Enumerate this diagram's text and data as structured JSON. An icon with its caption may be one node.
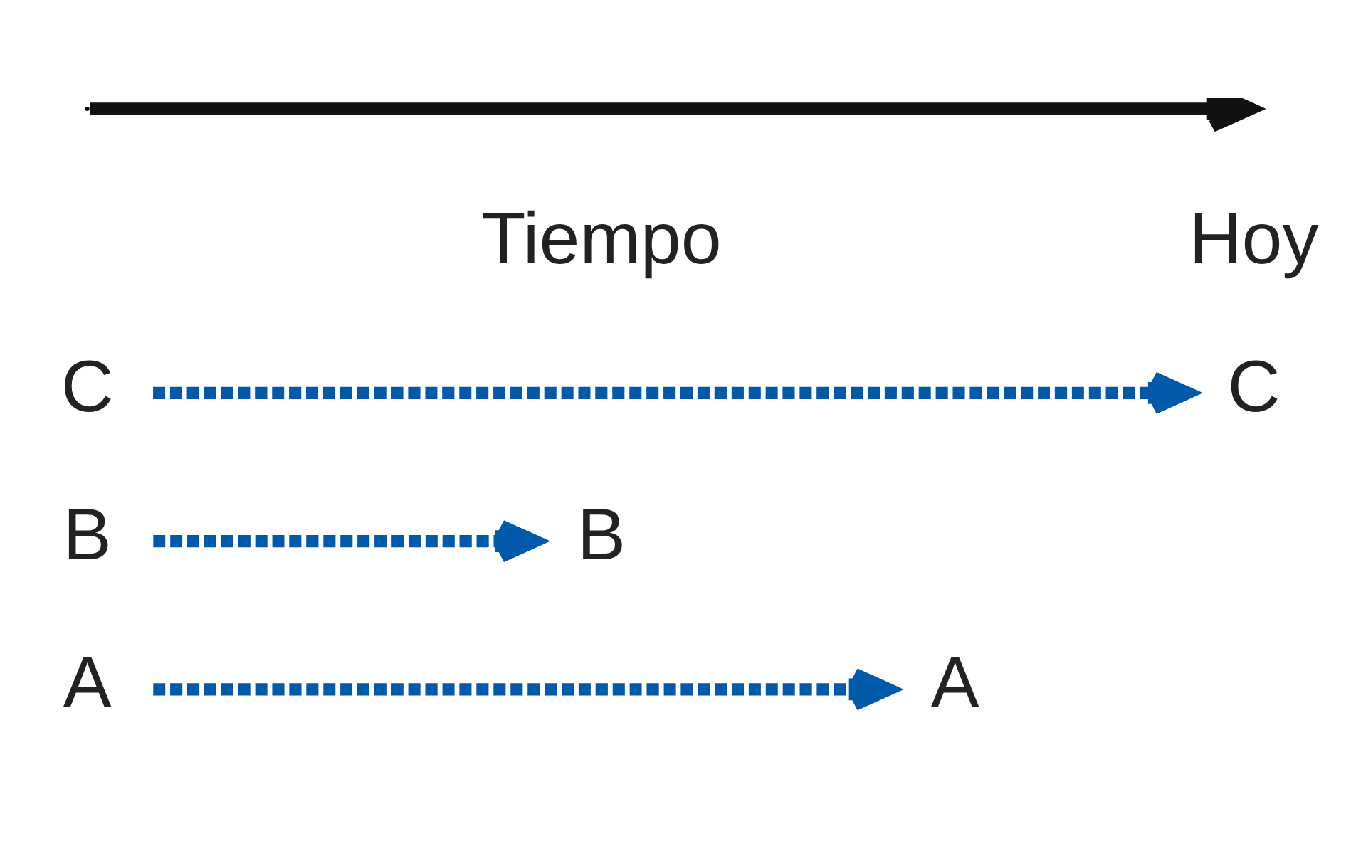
{
  "diagram": {
    "nodes": [
      {
        "text": [
          "A"
        ]
      },
      {
        "text": [
          "A"
        ]
      },
      {
        "text": [
          "B"
        ]
      },
      {
        "text": [
          "B"
        ]
      },
      {
        "text": [
          "C"
        ]
      },
      {
        "text": [
          "C"
        ]
      }
    ],
    "edges": [
      {
        "from": 0,
        "to": 1,
        "arrow": "to",
        "style": "dashed",
        "color": "#005aa9"
      },
      {
        "from": 2,
        "to": 3,
        "arrow": "to",
        "style": "dashed",
        "color": "#005aa9"
      },
      {
        "from": 4,
        "to": 5,
        "arrow": "to",
        "style": "dashed",
        "color": "#005aa9"
      }
    ],
    "labels": [
      "Tiempo",
      "Hoy"
    ]
  }
}
